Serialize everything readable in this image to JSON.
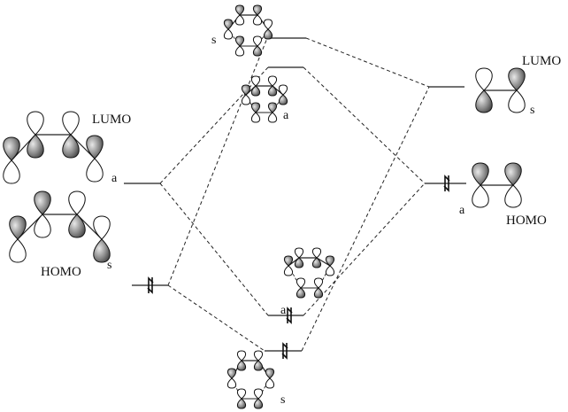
{
  "diene": {
    "lumo_label": "LUMO",
    "lumo_symmetry": "a",
    "homo_label": "HOMO",
    "homo_symmetry": "s"
  },
  "dienophile": {
    "lumo_label": "LUMO",
    "lumo_symmetry": "s",
    "homo_label": "HOMO",
    "homo_symmetry": "a"
  },
  "product": {
    "orbitals": [
      {
        "symmetry": "s",
        "occupied": false
      },
      {
        "symmetry": "a",
        "occupied": false
      },
      {
        "symmetry": "a",
        "occupied": true
      },
      {
        "symmetry": "s",
        "occupied": true
      }
    ]
  },
  "colors": {
    "shaded_lobe": "#555555",
    "line": "#222222"
  }
}
